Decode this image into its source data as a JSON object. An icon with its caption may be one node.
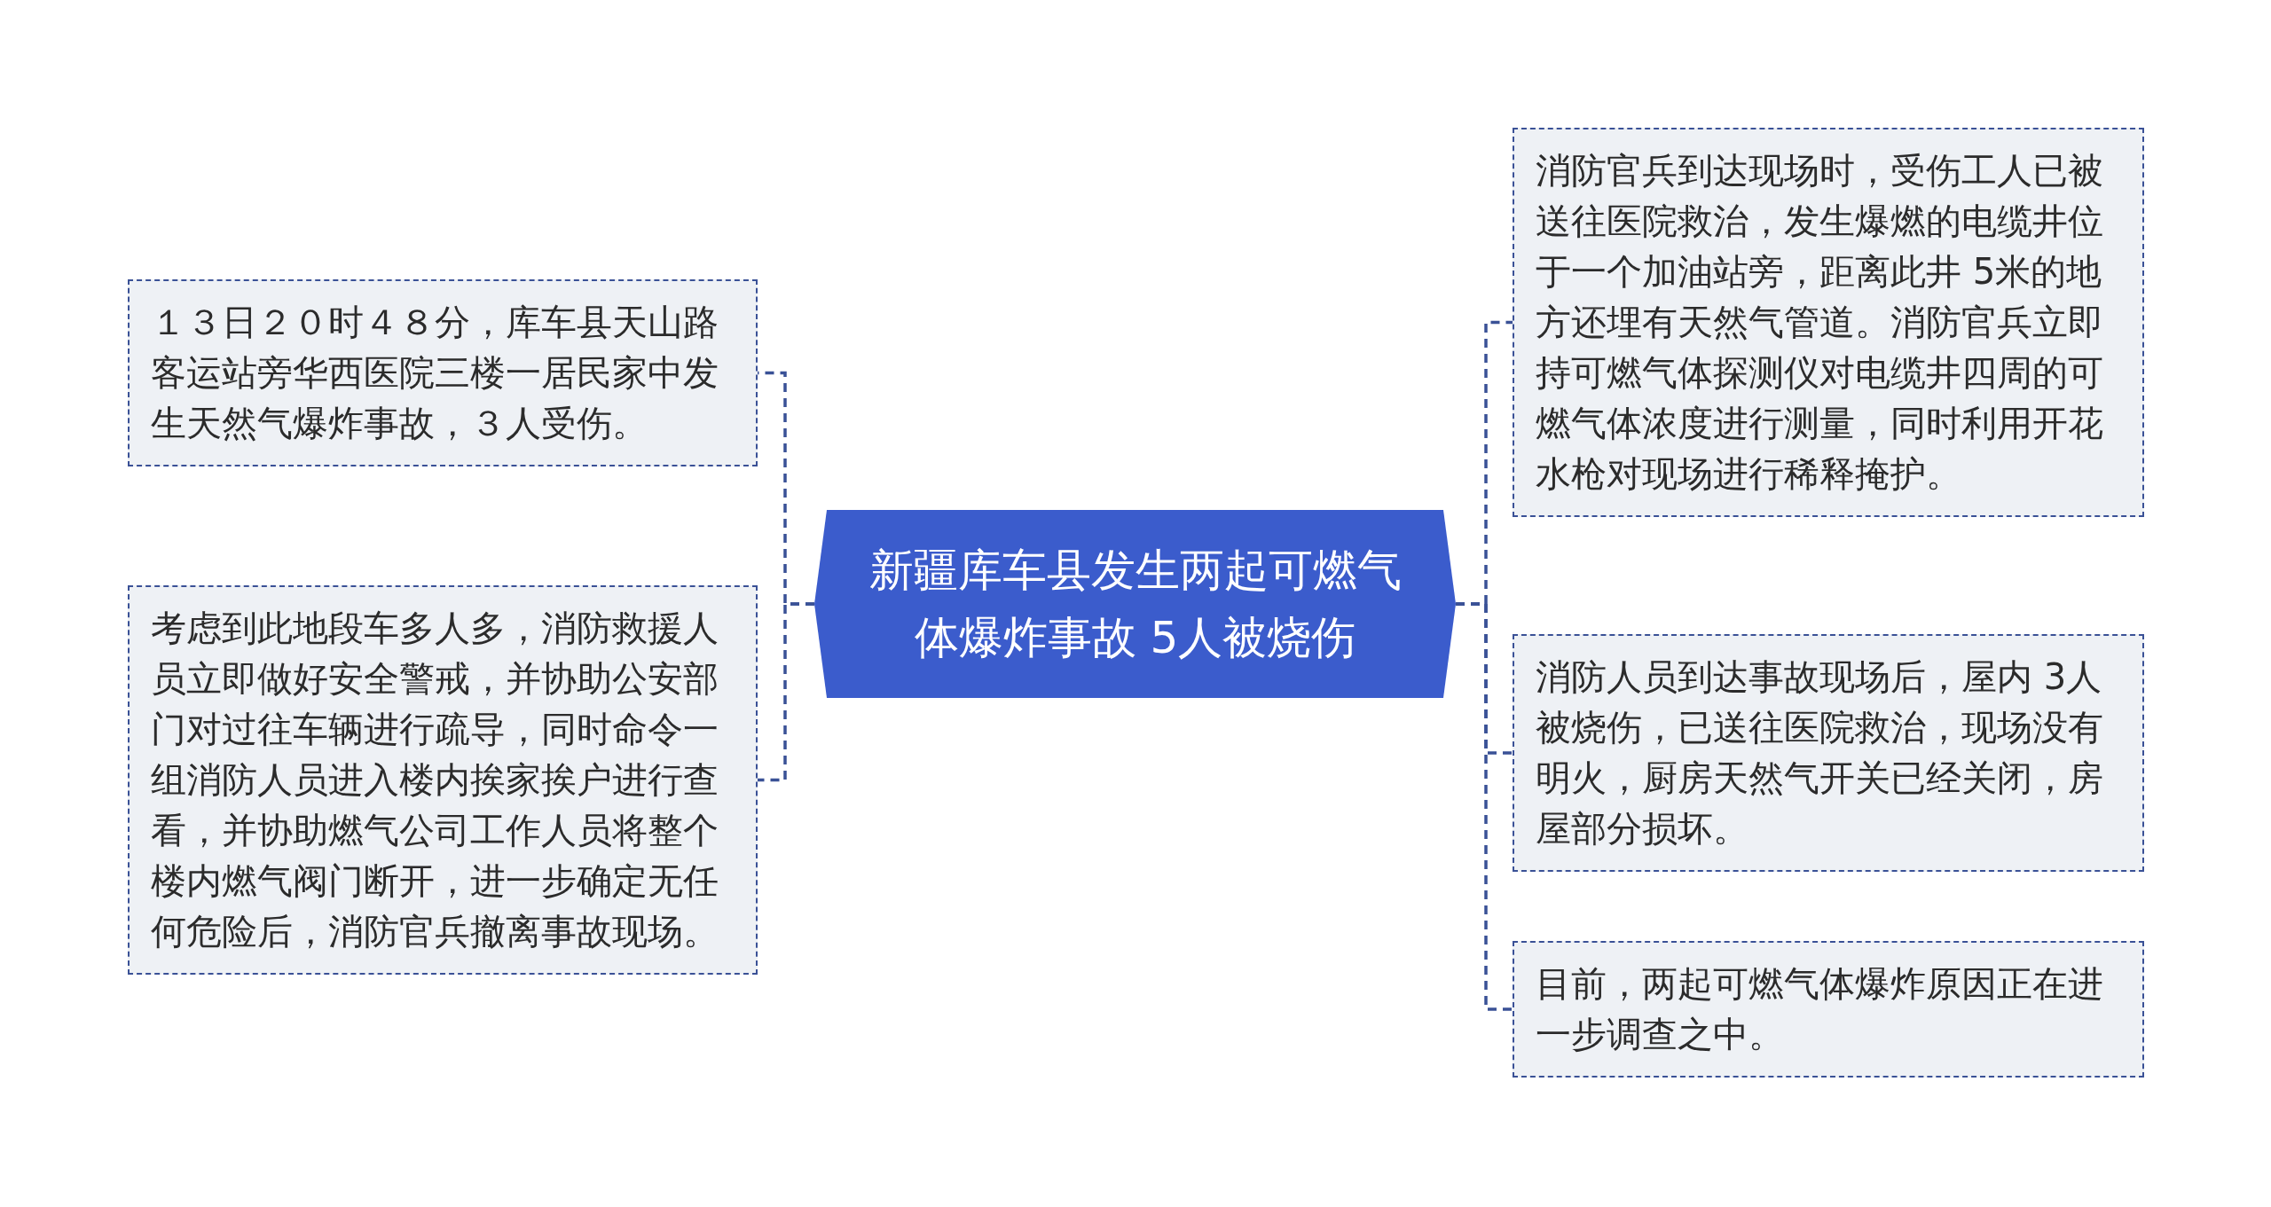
{
  "diagram": {
    "nodes": [
      {
        "text": [
          "新疆库车县发生两起可燃气体爆炸事故 5人被烧伤"
        ]
      },
      {
        "text": [
          "１３日２０时４８分，库车县天山路客运站旁华西医院三楼一居民家中发生天然气爆炸事故，３人受伤。"
        ]
      },
      {
        "text": [
          "考虑到此地段车多人多，消防救援人员立即做好安全警戒，并协助公安部门对过往车辆进行疏导，同时命令一组消防人员进入楼内挨家挨户进行查看，并协助燃气公司工作人员将整个楼内燃气阀门断开，进一步确定无任何危险后，消防官兵撤离事故现场。"
        ]
      },
      {
        "text": [
          "消防官兵到达现场时，受伤工人已被送往医院救治，发生爆燃的电缆井位于一个加油站旁，距离此井 5米的地方还埋有天然气管道。消防官兵立即持可燃气体探测仪对电缆井四周的可燃气体浓度进行测量，同时利用开花水枪对现场进行稀释掩护。"
        ]
      },
      {
        "text": [
          "消防人员到达事故现场后，屋内 3人被烧伤，已送往医院救治，现场没有明火，厨房天然气开关已经关闭，房屋部分损坏。"
        ]
      },
      {
        "text": [
          "目前，两起可燃气体爆炸原因正在进一步调查之中。"
        ]
      }
    ],
    "edges": [
      {
        "from": 0,
        "to": 1,
        "arrow": "none",
        "style": "dashed"
      },
      {
        "from": 0,
        "to": 2,
        "arrow": "none",
        "style": "dashed"
      },
      {
        "from": 0,
        "to": 3,
        "arrow": "none",
        "style": "dashed"
      },
      {
        "from": 0,
        "to": 4,
        "arrow": "none",
        "style": "dashed"
      },
      {
        "from": 0,
        "to": 5,
        "arrow": "none",
        "style": "dashed"
      }
    ]
  }
}
